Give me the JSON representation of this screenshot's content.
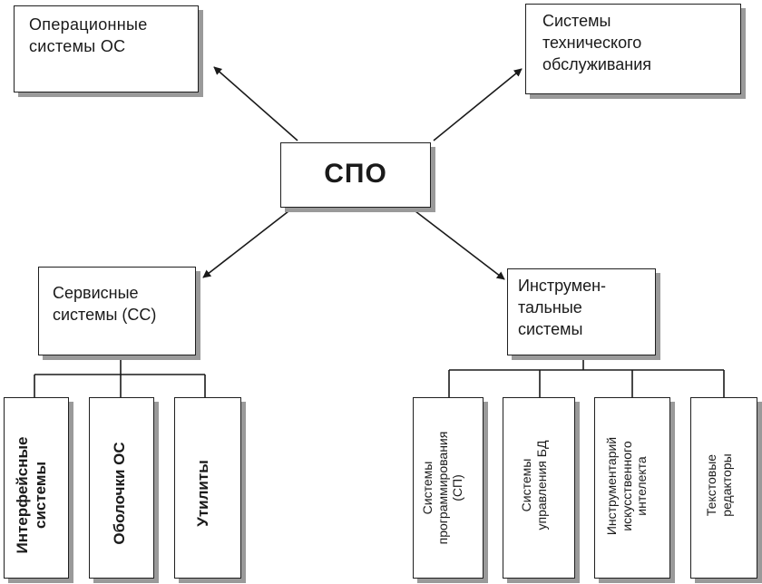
{
  "center": {
    "label": "СПО"
  },
  "top_left": {
    "label": "Операционные\nсистемы ОС"
  },
  "top_right": {
    "label": "Системы\nтехнического\nобслуживания"
  },
  "service": {
    "label": "Сервисные\nсистемы (СС)",
    "children": [
      {
        "label": "Интерфейсные\nсистемы"
      },
      {
        "label": "Оболочки ОС"
      },
      {
        "label": "Утилиты"
      }
    ]
  },
  "instrumental": {
    "label": "Инструмен-\nтальные\nсистемы",
    "children": [
      {
        "label": "Системы\nпрограммирования\n(СП)"
      },
      {
        "label": "Системы\nуправления БД"
      },
      {
        "label": "Инструментарий\nискусственного\nинтелекта"
      },
      {
        "label": "Текстовые\nредакторы"
      }
    ]
  }
}
